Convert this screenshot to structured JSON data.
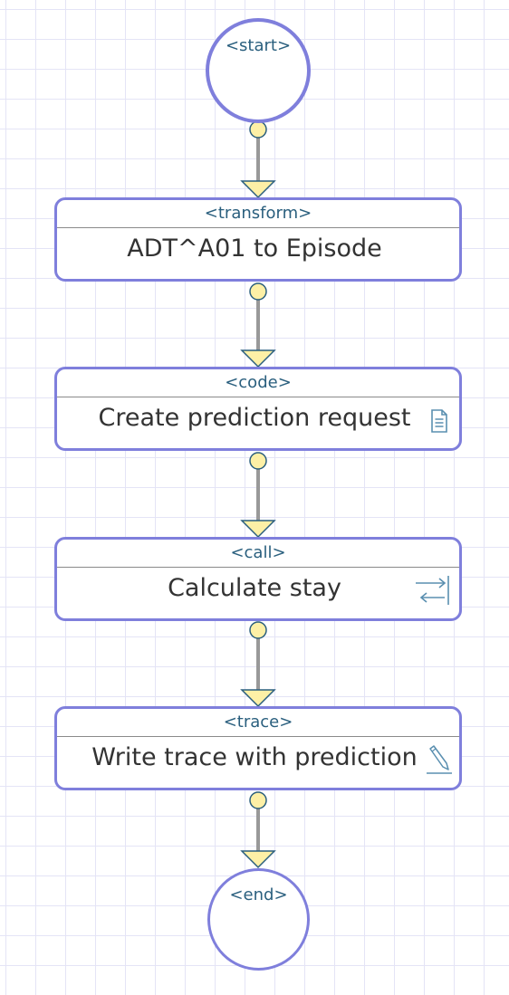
{
  "diagram": {
    "start": {
      "tag": "<start>"
    },
    "steps": [
      {
        "tag": "<transform>",
        "label": "ADT^A01 to Episode",
        "icon": "none"
      },
      {
        "tag": "<code>",
        "label": "Create prediction request",
        "icon": "document-icon"
      },
      {
        "tag": "<call>",
        "label": "Calculate stay",
        "icon": "call-arrows-icon"
      },
      {
        "tag": "<trace>",
        "label": "Write trace with prediction",
        "icon": "pencil-icon"
      }
    ],
    "end": {
      "tag": "<end>"
    }
  },
  "colors": {
    "node_border": "#7f7fdc",
    "tag_text": "#2a5f7e",
    "label_text": "#333333",
    "connector_line": "#999999",
    "connector_fill": "#fdf0a6",
    "grid": "#e4e4f6"
  }
}
